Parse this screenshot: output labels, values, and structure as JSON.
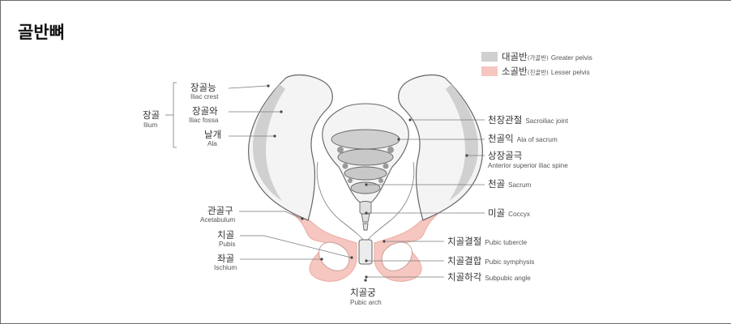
{
  "title": "골반뼈",
  "legend": [
    {
      "ko": "대골반",
      "paren": "(가골반)",
      "en": "Greater pelvis",
      "color": "#d0d0d0"
    },
    {
      "ko": "소골반",
      "paren": "(진골반)",
      "en": "Lesser pelvis",
      "color": "#f6c6c0"
    }
  ],
  "group": {
    "ko": "장골",
    "en": "Ilium"
  },
  "labels": {
    "iliac_crest": {
      "ko": "장골능",
      "en": "Iliac crest"
    },
    "iliac_fossa": {
      "ko": "장골와",
      "en": "Iliac fossa"
    },
    "ala": {
      "ko": "날개",
      "en": "Ala"
    },
    "acetabulum": {
      "ko": "관골구",
      "en": "Acetabulum"
    },
    "pubis": {
      "ko": "치골",
      "en": "Pubis"
    },
    "ischium": {
      "ko": "좌골",
      "en": "Ischium"
    },
    "pubic_arch": {
      "ko": "치골궁",
      "en": "Pubic arch"
    },
    "sacroiliac_joint": {
      "ko": "천장관절",
      "en": "Sacroiliac joint"
    },
    "ala_of_sacrum": {
      "ko": "천골익",
      "en": "Ala of sacrum"
    },
    "asis": {
      "ko": "상장골극",
      "en": "Anterior superior iliac spine"
    },
    "sacrum": {
      "ko": "천골",
      "en": "Sacrum"
    },
    "coccyx": {
      "ko": "미골",
      "en": "Coccyx"
    },
    "pubic_tubercle": {
      "ko": "치골결절",
      "en": "Pubic tubercle"
    },
    "pubic_symphysis": {
      "ko": "치골결합",
      "en": "Pubic symphysis"
    },
    "subpubic_angle": {
      "ko": "치골하각",
      "en": "Subpubic angle"
    }
  }
}
